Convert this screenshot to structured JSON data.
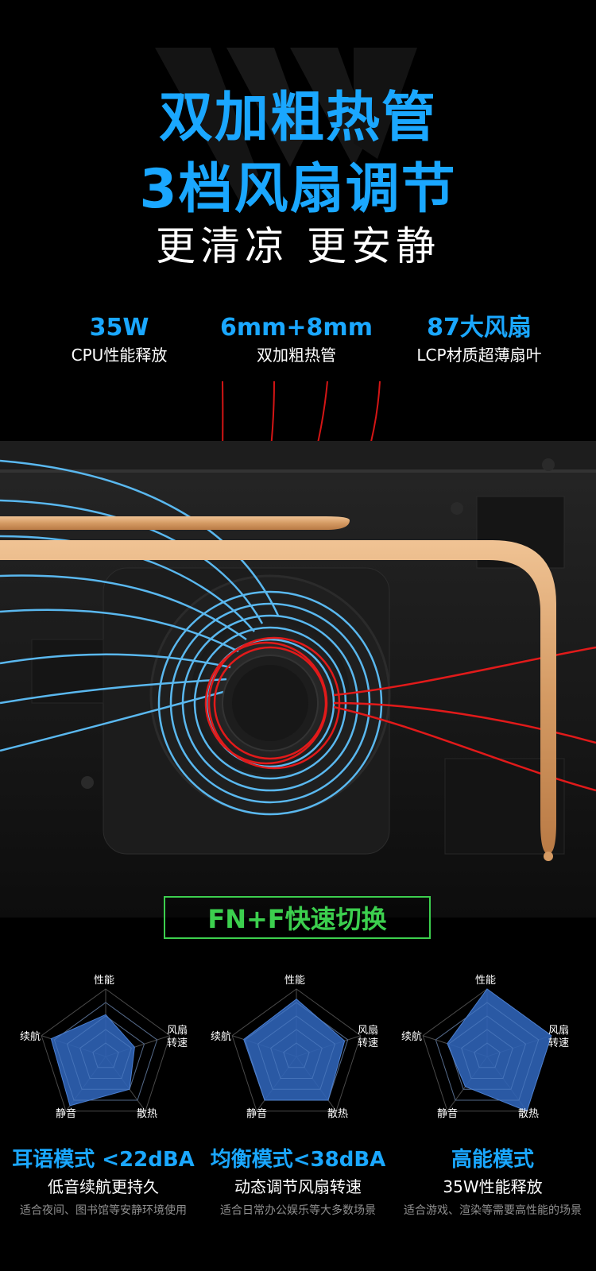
{
  "hero": {
    "title_line1": "双加粗热管",
    "title_line2": "3档风扇调节",
    "subtitle": "更清凉 更安静"
  },
  "specs": [
    {
      "value": "35W",
      "label": "CPU性能释放"
    },
    {
      "value": "6mm+8mm",
      "label": "双加粗热管"
    },
    {
      "value": "87大风扇",
      "label": "LCP材质超薄扇叶"
    }
  ],
  "switch_label": "FN+F快速切换",
  "radar_axes": {
    "top": "性能",
    "right": "风扇\n转速",
    "bottom_right": "散热",
    "bottom_left": "静音",
    "left": "续航"
  },
  "radar_levels": [
    {
      "performance": 0.62,
      "fan_speed": 0.45,
      "cooling": 0.6,
      "quiet": 0.9,
      "battery": 0.85
    },
    {
      "performance": 0.85,
      "fan_speed": 0.75,
      "cooling": 0.8,
      "quiet": 0.8,
      "battery": 0.82
    },
    {
      "performance": 1.0,
      "fan_speed": 1.0,
      "cooling": 1.0,
      "quiet": 0.55,
      "battery": 0.62
    }
  ],
  "modes": [
    {
      "name": "耳语模式 <22dBA",
      "desc": "低音续航更持久",
      "note": "适合夜间、图书馆等安静环境使用"
    },
    {
      "name": "均衡模式<38dBA",
      "desc": "动态调节风扇转速",
      "note": "适合日常办公娱乐等大多数场景"
    },
    {
      "name": "高能模式",
      "desc": "35W性能释放",
      "note": "适合游戏、渲染等需要高性能的场景"
    }
  ],
  "colors": {
    "accent_blue": "#1aa7ff",
    "switch_green": "#3ccf4e",
    "heatpipe": "#d9a36f",
    "airflow_blue": "#5ab8ef",
    "heat_red": "#e11a1a"
  }
}
